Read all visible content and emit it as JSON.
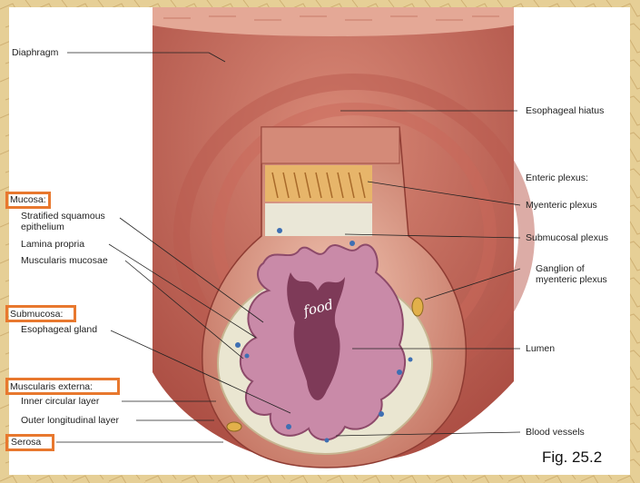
{
  "labels_left": {
    "diaphragm": "Diaphragm",
    "mucosa": "Mucosa:",
    "stratified_squamous": "Stratified squamous epithelium",
    "lamina_propria": "Lamina propria",
    "muscularis_mucosae": "Muscularis mucosae",
    "submucosa": "Submucosa:",
    "esophageal_gland": "Esophageal gland",
    "muscularis_externa": "Muscularis externa:",
    "inner_circular": "Inner circular layer",
    "outer_longitudinal": "Outer longitudinal layer",
    "serosa": "Serosa"
  },
  "labels_right": {
    "esophageal_hiatus": "Esophageal hiatus",
    "enteric_plexus": "Enteric plexus:",
    "myenteric_plexus": "Myenteric plexus",
    "submucosal_plexus": "Submucosal plexus",
    "ganglion": "Ganglion of myenteric plexus",
    "lumen": "Lumen",
    "blood_vessels": "Blood vessels"
  },
  "annotation": "food",
  "figure": "Fig. 25.2",
  "colors": {
    "highlight": "#e8782e",
    "muscle": "#b4564e",
    "mucosa": "#c98aa8",
    "background": "#e6cf96"
  }
}
